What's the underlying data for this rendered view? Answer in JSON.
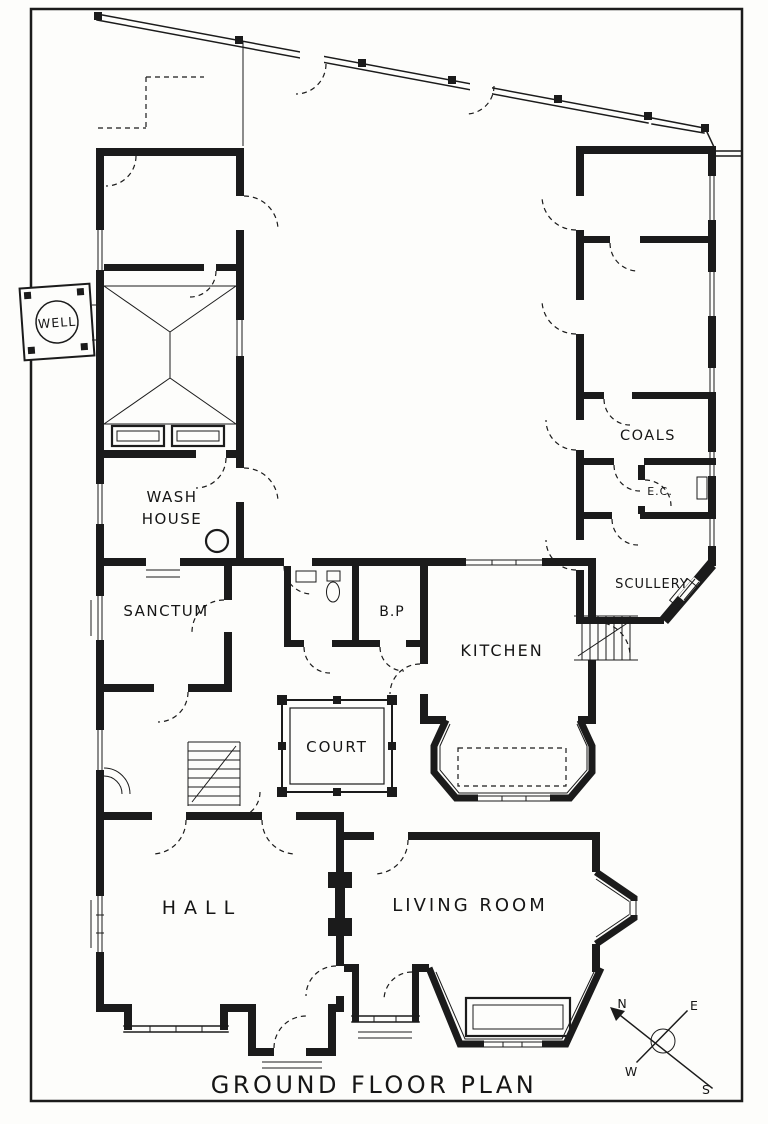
{
  "title": "GROUND FLOOR PLAN",
  "rooms": {
    "well": "WELL",
    "wash_house_line1": "WASH",
    "wash_house_line2": "HOUSE",
    "sanctum": "SANCTUM",
    "boot_place": "B.P",
    "kitchen": "KITCHEN",
    "coals": "COALS",
    "earth_closet": "E.C.",
    "scullery": "SCULLERY",
    "court": "COURT",
    "hall": "HALL",
    "living_room": "LIVING ROOM"
  },
  "compass": {
    "north": "N",
    "east": "E",
    "west": "W",
    "south": "S"
  },
  "colors": {
    "ink": "#1b1b1b",
    "paper": "#fdfdfb"
  }
}
